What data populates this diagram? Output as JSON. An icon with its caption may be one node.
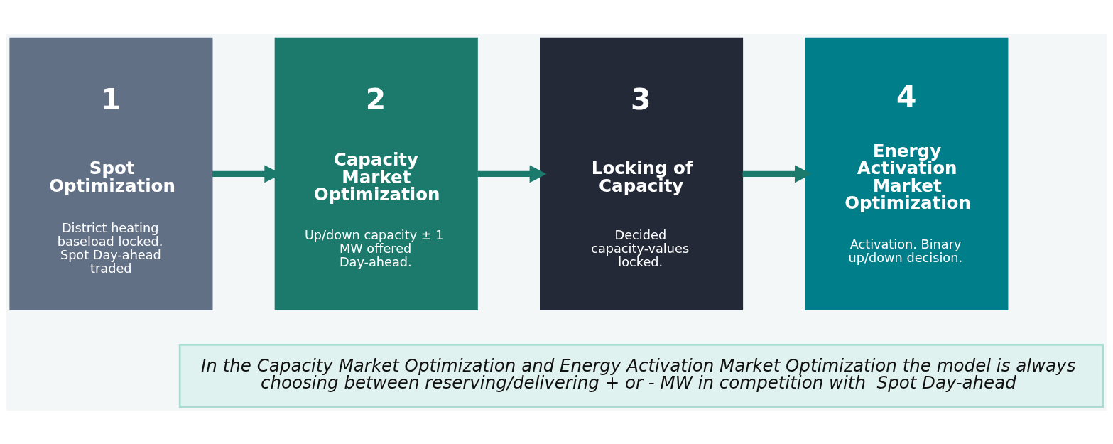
{
  "diagram": {
    "nodes": [
      {
        "text": [
          "1",
          "Spot Optimization",
          "District heating baseload locked. Spot Day-ahead traded"
        ]
      },
      {
        "text": [
          "2",
          "Capacity Market Optimization",
          "Up/down capacity ± 1 MW offered Day-ahead."
        ]
      },
      {
        "text": [
          "3",
          "Locking of Capacity",
          "Decided capacity-values locked."
        ]
      },
      {
        "text": [
          "4",
          "Energy Activation Market Optimization",
          "Activation. Binary up/down decision."
        ]
      },
      {
        "text": [
          "In the Capacity Market Optimization and Energy Activation Market Optimization the model is always choosing between reserving/delivering + or - MW in competition with  Spot Day-ahead"
        ]
      }
    ],
    "edges": [
      {
        "from": 0,
        "to": 1,
        "arrow": "to"
      },
      {
        "from": 1,
        "to": 2,
        "arrow": "to"
      },
      {
        "from": 2,
        "to": 3,
        "arrow": "to"
      }
    ]
  }
}
